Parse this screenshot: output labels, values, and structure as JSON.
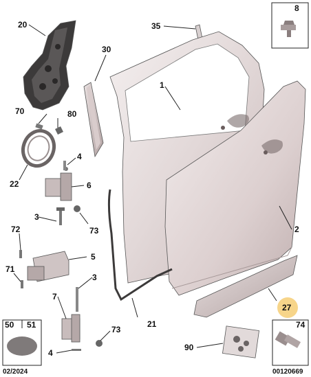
{
  "callouts": {
    "c1": "1",
    "c2": "2",
    "c3a": "3",
    "c3b": "3",
    "c4a": "4",
    "c4b": "4",
    "c5": "5",
    "c6": "6",
    "c7": "7",
    "c8": "8",
    "c20": "20",
    "c21": "21",
    "c22": "22",
    "c27": "27",
    "c30": "30",
    "c35": "35",
    "c50": "50",
    "c51": "51",
    "c70": "70",
    "c71": "71",
    "c72": "72",
    "c73a": "73",
    "c73b": "73",
    "c74": "74",
    "c80": "80",
    "c90": "90"
  },
  "highlight_color": "#f7d58a",
  "footer": {
    "date": "02/2024",
    "ref": "00120669"
  }
}
